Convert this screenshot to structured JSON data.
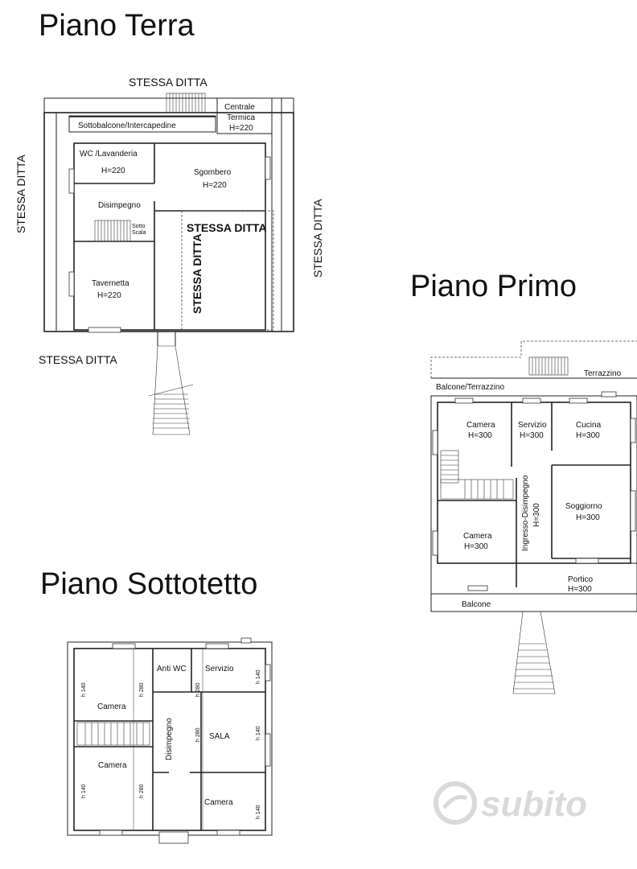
{
  "piano_terra": {
    "title": "Piano Terra",
    "neighbor_labels": [
      "STESSA DITTA",
      "STESSA DITTA",
      "STESSA DITTA",
      "STESSA DITTA",
      "STESSA DITTA",
      "STESSA DITTA"
    ],
    "rooms": {
      "sottobalcone": "Sottobalcone/Intercapedine",
      "centrale_l1": "Centrale",
      "centrale_l2": "Termica",
      "centrale_h": "H=220",
      "wc": "WC /Lavanderia",
      "wc_h": "H=220",
      "sgombero": "Sgombero",
      "sgombero_h": "H=220",
      "disimpegno": "Disimpegno",
      "sotto_l1": "Sotto",
      "sotto_l2": "Scala",
      "tavernetta": "Tavernetta",
      "tavernetta_h": "H=220"
    }
  },
  "piano_primo": {
    "title": "Piano Primo",
    "rooms": {
      "terrazzino": "Terrazzino",
      "balcone_terrazzino": "Balcone/Terrazzino",
      "camera1": "Camera",
      "camera1_h": "H=300",
      "servizio": "Servizio",
      "servizio_h": "H=300",
      "cucina": "Cucina",
      "cucina_h": "H=300",
      "soggiorno": "Soggiorno",
      "soggiorno_h": "H=300",
      "ingresso": "Ingresso-Disimpegno",
      "ingresso_h": "H=300",
      "camera2": "Camera",
      "camera2_h": "H=300",
      "portico": "Portico",
      "portico_h": "H=300",
      "balcone": "Balcone"
    }
  },
  "piano_sottotetto": {
    "title": "Piano Sottotetto",
    "rooms": {
      "anti_wc": "Anti WC",
      "servizio": "Servizio",
      "camera1": "Camera",
      "disimpegno": "Disimpegno",
      "sala": "SALA",
      "camera2": "Camera",
      "camera3": "Camera"
    },
    "heights": {
      "h140": "h 140",
      "h280": "h 280"
    }
  },
  "watermark": {
    "logo_text": "subito",
    "color": "#d9d9d9"
  }
}
